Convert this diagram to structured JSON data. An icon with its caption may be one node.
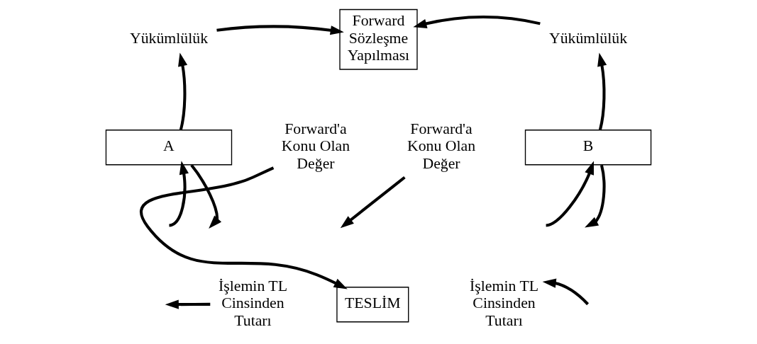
{
  "diagram": {
    "nodes": [
      {
        "text": [
          "Forward Sözleşme Yapılması"
        ]
      },
      {
        "text": [
          "Yükümlülük"
        ]
      },
      {
        "text": [
          "Yükümlülük"
        ]
      },
      {
        "text": [
          "A"
        ]
      },
      {
        "text": [
          "B"
        ]
      },
      {
        "text": [
          "Forward'a Konu Olan Değer"
        ]
      },
      {
        "text": [
          "Forward'a Konu Olan Değer"
        ]
      },
      {
        "text": [
          "İşlemin TL Cinsinden Tutarı"
        ]
      },
      {
        "text": [
          "TESLİM"
        ]
      },
      {
        "text": [
          "İşlemin TL Cinsinden Tutarı"
        ]
      }
    ],
    "edges": [
      {
        "from": 1,
        "to": 0,
        "arrow": "to"
      },
      {
        "from": 2,
        "to": 0,
        "arrow": "to"
      },
      {
        "from": 3,
        "to": 1,
        "arrow": "to"
      },
      {
        "from": 4,
        "to": 2,
        "arrow": "to"
      },
      {
        "from": 3,
        "to": null,
        "arrow": "to"
      },
      {
        "from": 5,
        "to": 8,
        "arrow": "to"
      },
      {
        "from": 7,
        "to": null,
        "arrow": "to"
      },
      {
        "from": null,
        "to": 3,
        "arrow": "to"
      },
      {
        "from": 6,
        "to": null,
        "arrow": "to"
      },
      {
        "from": null,
        "to": 4,
        "arrow": "to"
      },
      {
        "from": 4,
        "to": null,
        "arrow": "to"
      },
      {
        "from": null,
        "to": 9,
        "arrow": "to"
      }
    ]
  }
}
